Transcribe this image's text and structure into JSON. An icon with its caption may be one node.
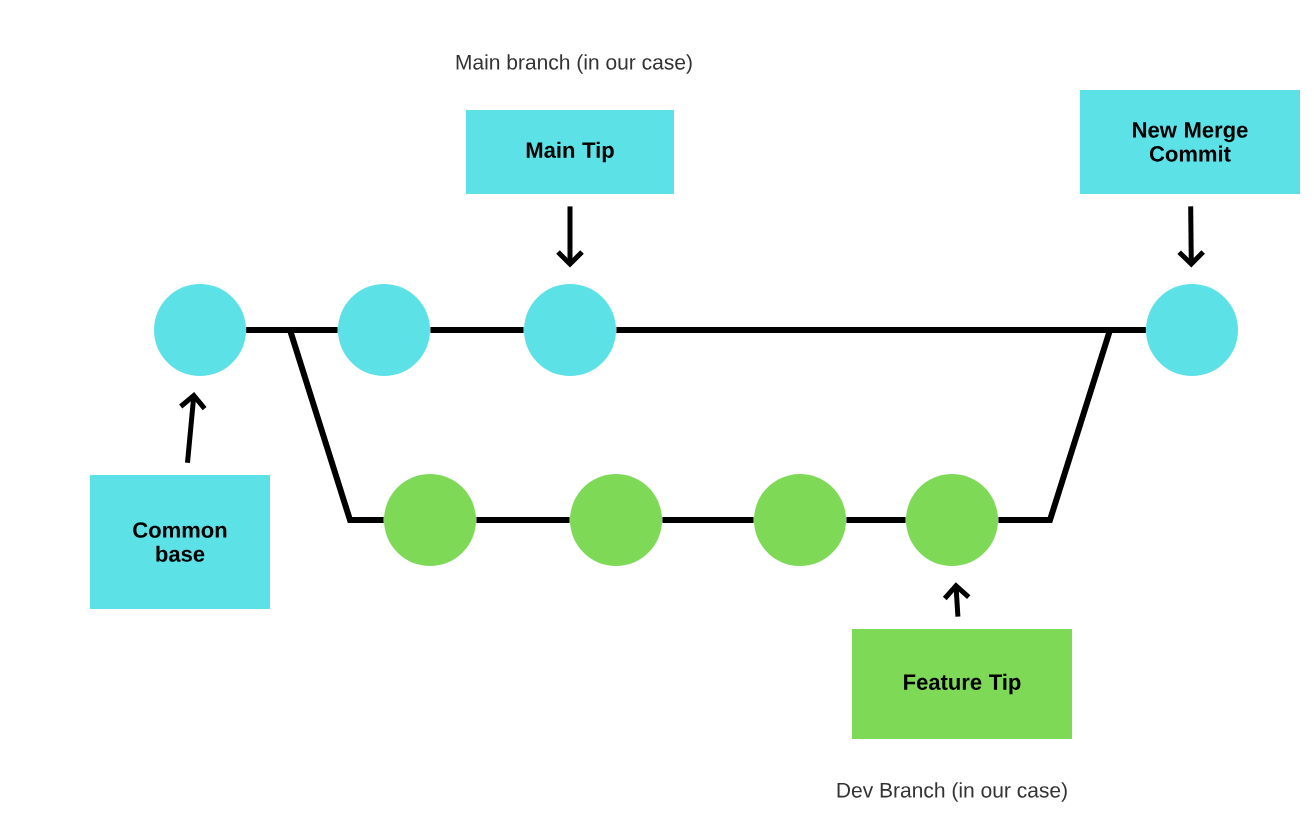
{
  "diagram": {
    "nodes": [
      {
        "text": [],
        "shape": "circle"
      },
      {
        "text": [],
        "shape": "circle"
      },
      {
        "text": [],
        "shape": "circle"
      },
      {
        "text": [],
        "shape": "circle"
      },
      {
        "text": [],
        "shape": "circle"
      },
      {
        "text": [],
        "shape": "circle"
      },
      {
        "text": [],
        "shape": "circle"
      },
      {
        "text": [],
        "shape": "circle"
      },
      {
        "text": [
          "Common base"
        ]
      },
      {
        "text": [
          "Main Tip"
        ]
      },
      {
        "text": [
          "New Merge Commit"
        ]
      },
      {
        "text": [
          "Feature Tip"
        ]
      }
    ],
    "edges": [
      {
        "from": 0,
        "to": 1,
        "arrow": "none"
      },
      {
        "from": 1,
        "to": 2,
        "arrow": "none"
      },
      {
        "from": 2,
        "to": 3,
        "arrow": "none"
      },
      {
        "from": 0,
        "to": 4,
        "arrow": "none"
      },
      {
        "from": 4,
        "to": 5,
        "arrow": "none"
      },
      {
        "from": 5,
        "to": 6,
        "arrow": "none"
      },
      {
        "from": 6,
        "to": 7,
        "arrow": "none"
      },
      {
        "from": 7,
        "to": 3,
        "arrow": "none"
      },
      {
        "from": 8,
        "to": 0,
        "arrow": "to"
      },
      {
        "from": 9,
        "to": 2,
        "arrow": "to"
      },
      {
        "from": 10,
        "to": 3,
        "arrow": "to"
      },
      {
        "from": 11,
        "to": 7,
        "arrow": "to"
      }
    ],
    "labels": [
      "Main branch (in our case)",
      "Dev Branch (in our case)"
    ]
  }
}
